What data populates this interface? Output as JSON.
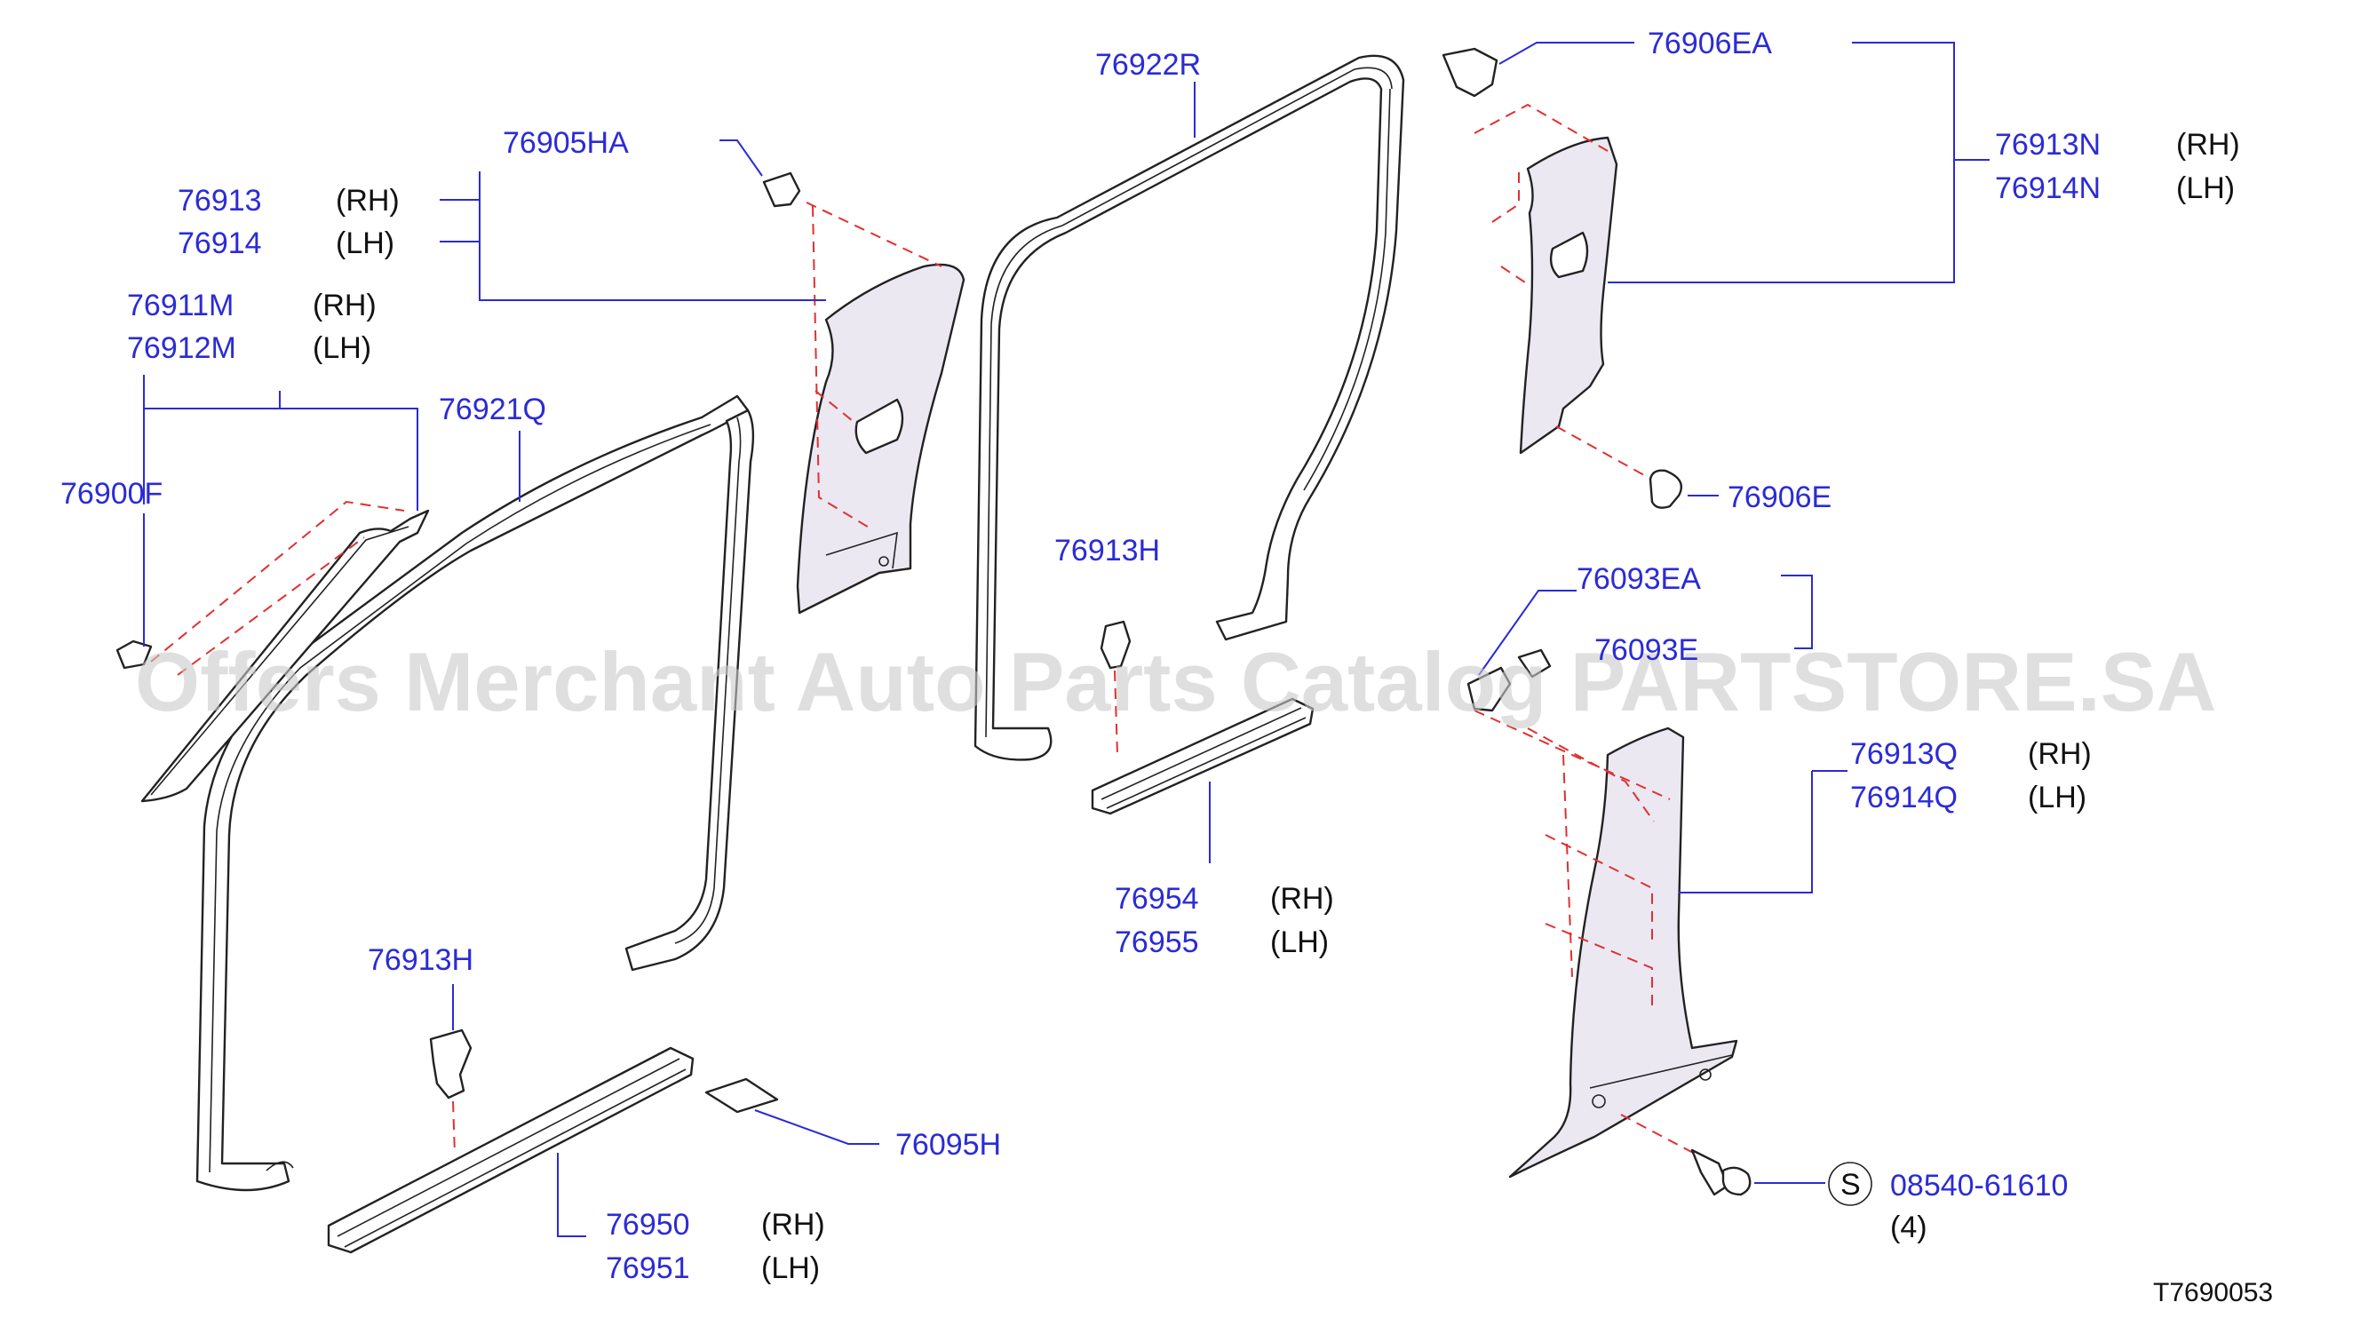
{
  "watermark": "Offers Merchant Auto Parts Catalog PARTSTORE.SA",
  "diagram_ref": "T7690053",
  "labels": {
    "p76905HA": "76905HA",
    "p76913": "76913",
    "p76913_side": "(RH)",
    "p76914": "76914",
    "p76914_side": "(LH)",
    "p76911M": "76911M",
    "p76911M_side": "(RH)",
    "p76912M": "76912M",
    "p76912M_side": "(LH)",
    "p76921Q": "76921Q",
    "p76900F": "76900F",
    "p76922R": "76922R",
    "p76906EA": "76906EA",
    "p76913N": "76913N",
    "p76913N_side": "(RH)",
    "p76914N": "76914N",
    "p76914N_side": "(LH)",
    "p76906E": "76906E",
    "p76913H_top": "76913H",
    "p76093EA": "76093EA",
    "p76093E": "76093E",
    "p76913Q": "76913Q",
    "p76913Q_side": "(RH)",
    "p76914Q": "76914Q",
    "p76914Q_side": "(LH)",
    "p76954": "76954",
    "p76954_side": "(RH)",
    "p76955": "76955",
    "p76955_side": "(LH)",
    "p76913H_bottom": "76913H",
    "p76095H": "76095H",
    "p76950": "76950",
    "p76950_side": "(RH)",
    "p76951": "76951",
    "p76951_side": "(LH)",
    "screw_symbol": "S",
    "screw_part": "08540-61610",
    "screw_qty": "(4)"
  }
}
